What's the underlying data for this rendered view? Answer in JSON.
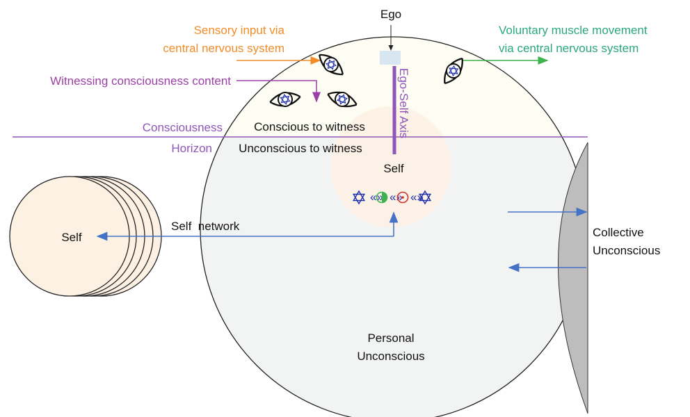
{
  "labels": {
    "ego": "Ego",
    "sensory_line1": "Sensory input via",
    "sensory_line2": "central nervous system",
    "voluntary_line1": "Voluntary muscle movement",
    "voluntary_line2": "via central nervous system",
    "witnessing": "Witnessing consciousness content",
    "consciousness_line1": "Consciousness",
    "consciousness_line2": "Horizon",
    "conscious_to_witness": "Conscious to witness",
    "unconscious_to_witness": "Unconscious to witness",
    "ego_self_axis": "Ego-Self Axis",
    "self_center": "Self",
    "self_left": "Self",
    "self_network": "Self  network",
    "collective_line1": "Collective",
    "collective_line2": "Unconscious",
    "personal_line1": "Personal",
    "personal_line2": "Unconscious",
    "link_glyph": "«»"
  },
  "colors": {
    "orange": "#f28c28",
    "green": "#3cb44b",
    "teal_text": "#2aa87a",
    "purple": "#9b3fa6",
    "purple_line": "#8e56b8",
    "blue": "#4472c4",
    "star_blue": "#2233aa",
    "red": "#d0312d",
    "ego_box": "#d7e6f0",
    "conscious_fill": "#fdfdf3",
    "unconscious_fill": "#f2f3f3",
    "self_fill": "#fdf1e4",
    "collective_fill": "#bdbdbd"
  }
}
